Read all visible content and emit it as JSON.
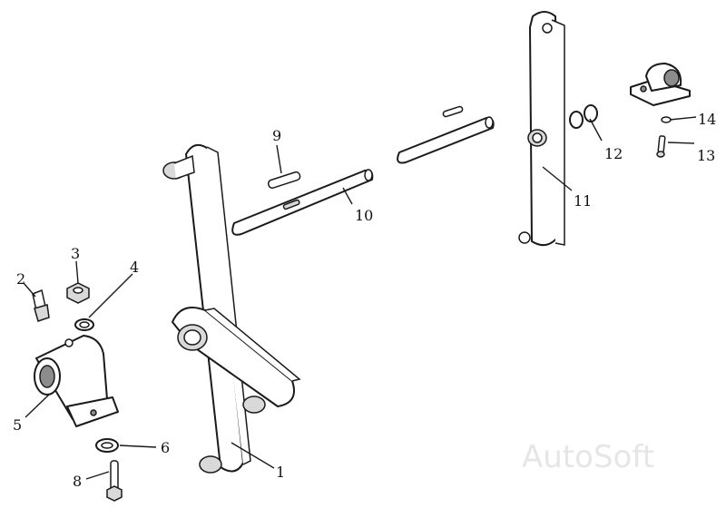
{
  "diagram": {
    "type": "exploded-parts-view",
    "line_color": "#1a1a1a",
    "background": "#ffffff"
  },
  "callouts": [
    {
      "id": "1",
      "label": "1"
    },
    {
      "id": "2",
      "label": "2"
    },
    {
      "id": "3",
      "label": "3"
    },
    {
      "id": "4",
      "label": "4"
    },
    {
      "id": "5",
      "label": "5"
    },
    {
      "id": "6",
      "label": "6"
    },
    {
      "id": "8",
      "label": "8"
    },
    {
      "id": "9",
      "label": "9"
    },
    {
      "id": "10",
      "label": "10"
    },
    {
      "id": "11",
      "label": "11"
    },
    {
      "id": "12",
      "label": "12"
    },
    {
      "id": "13",
      "label": "13"
    },
    {
      "id": "14",
      "label": "14"
    }
  ],
  "watermark": {
    "text": "AutoSoft",
    "color": "#e6e6e6"
  }
}
